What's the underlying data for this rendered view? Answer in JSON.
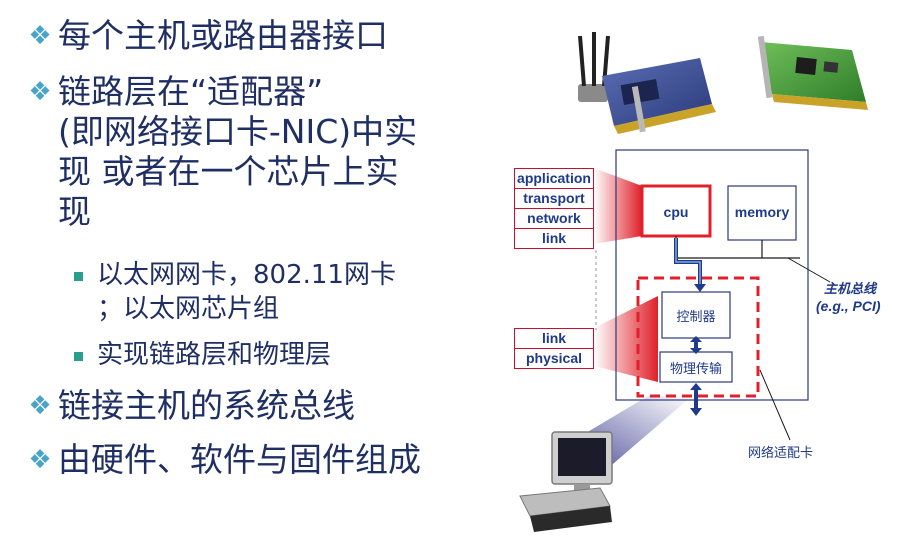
{
  "bullets": [
    {
      "text": "每个主机或路由器接口"
    },
    {
      "lines": [
        "链路层在“适配器”",
        "(即网络接口卡-NIC)中实",
        "现 或者在一个芯片上实",
        "现"
      ]
    },
    {
      "text": "链接主机的系统总线"
    },
    {
      "text": "由硬件、软件与固件组成"
    }
  ],
  "subbullets": [
    {
      "lines": [
        "以太网网卡，802.11网卡",
        "；以太网芯片组"
      ]
    },
    {
      "lines": [
        "实现链路层和物理层"
      ]
    }
  ],
  "diagram": {
    "stack_top": [
      "application",
      "transport",
      "network",
      "link"
    ],
    "stack_bottom": [
      "link",
      "physical"
    ],
    "cpu": "cpu",
    "memory": "memory",
    "controller": "控制器",
    "phy": "物理传输",
    "bus_label": "主机总线",
    "bus_sub": "(e.g., PCI)",
    "adapter_label": "网络适配卡"
  },
  "colors": {
    "accent_red": "#e0202a",
    "text_navy": "#1f3a8a",
    "bullet_teal": "#4aa3c8"
  }
}
